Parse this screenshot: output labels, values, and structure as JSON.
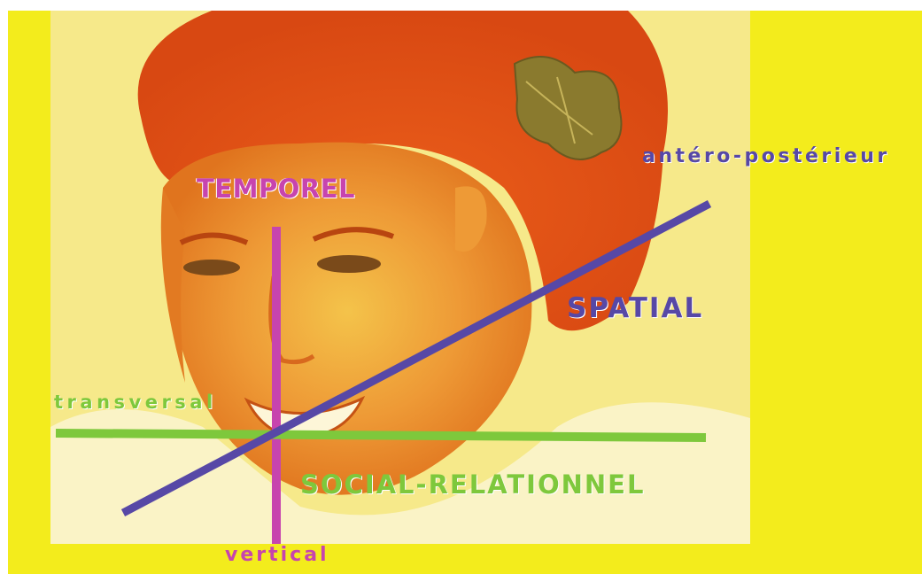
{
  "colors": {
    "background_yellow": "#f3ec1c",
    "photo_orange": "#e8631a",
    "photo_light": "#f9e9a0",
    "temporel_magenta": "#c744ae",
    "spatial_blue": "#5748a6",
    "social_green": "#7ec83c"
  },
  "axes": {
    "vertical": {
      "dimension": "TEMPOREL",
      "direction": "vertical",
      "color": "#c744ae"
    },
    "diagonal": {
      "dimension": "SPATIAL",
      "direction": "antéro-postérieur",
      "color": "#5748a6"
    },
    "horizontal": {
      "dimension": "SOCIAL-RELATIONNEL",
      "direction": "transversal",
      "color": "#7ec83c"
    }
  },
  "labels": {
    "temporel": "TEMPOREL",
    "spatial": "SPATIAL",
    "social": "SOCIAL-RELATIONNEL",
    "antero": "antéro-postérieur",
    "transversal": "transversal",
    "vertical": "vertical"
  }
}
